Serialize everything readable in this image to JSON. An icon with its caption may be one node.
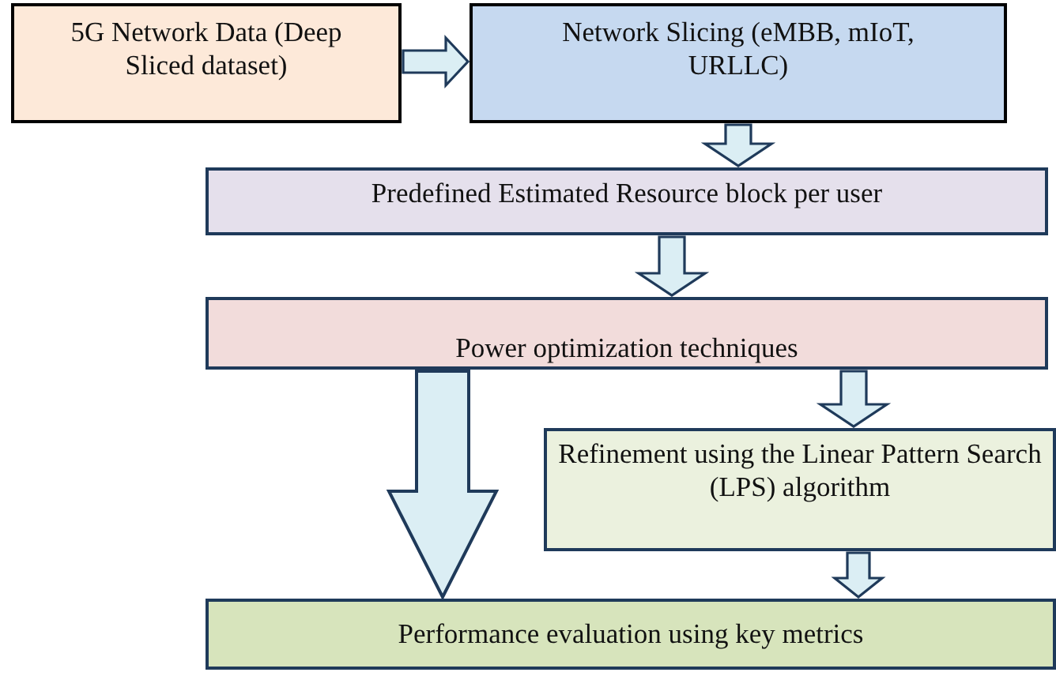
{
  "diagram": {
    "nodes": [
      {
        "text": [
          "5G Network Data (Deep Sliced dataset)"
        ]
      },
      {
        "text": [
          "Network Slicing (eMBB, mIoT, URLLC)"
        ]
      },
      {
        "text": [
          "Predefined Estimated Resource block per user"
        ]
      },
      {
        "text": [
          "Power optimization techniques"
        ]
      },
      {
        "text": [
          "Refinement using the Linear Pattern Search (LPS) algorithm"
        ]
      },
      {
        "text": [
          "Performance evaluation using key metrics"
        ]
      }
    ],
    "edges": [
      {
        "from": 0,
        "to": 1,
        "arrow": "to"
      },
      {
        "from": 1,
        "to": 2,
        "arrow": "to"
      },
      {
        "from": 2,
        "to": 3,
        "arrow": "to"
      },
      {
        "from": 3,
        "to": 4,
        "arrow": "to"
      },
      {
        "from": 3,
        "to": 5,
        "arrow": "to",
        "style": "thick"
      },
      {
        "from": 4,
        "to": 5,
        "arrow": "to"
      }
    ]
  }
}
